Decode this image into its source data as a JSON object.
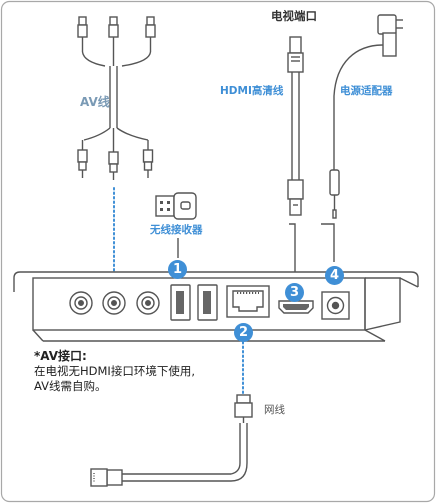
{
  "labels": {
    "av_cable": "AV线",
    "tv_port": "电视端口",
    "hdmi_cable": "HDMI高清线",
    "power_adapter": "电源适配器",
    "wireless_receiver": "无线接收器",
    "network_cable": "网线"
  },
  "note": {
    "title": "*AV接口:",
    "line1": "在电视无HDMI接口环境下使用,",
    "line2": "AV线需自购。"
  },
  "badges": [
    "1",
    "2",
    "3",
    "4"
  ],
  "colors": {
    "accent": "#3f8fd6",
    "line": "#555555",
    "frame": "#a0a0a0"
  }
}
